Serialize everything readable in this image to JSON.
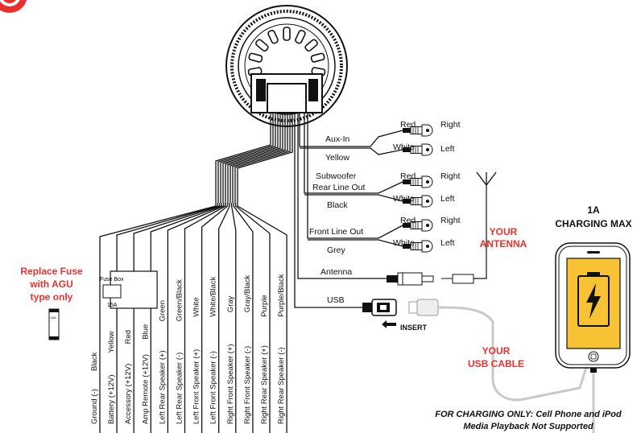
{
  "fuse": {
    "note_line1": "Replace Fuse",
    "note_line2": "with AGU",
    "note_line3": "type only",
    "box_label": "Fuse Box",
    "box_rating": "15A",
    "small_fuse_label": "15A"
  },
  "rca": {
    "aux_in": "Aux-In",
    "aux_in_color": "Yellow",
    "subwoofer_line1": "Subwoofer",
    "subwoofer_line2": "Rear Line Out",
    "subwoofer_color": "Black",
    "front_line_out": "Front Line Out",
    "front_color": "Grey",
    "plug_red": "Red",
    "plug_white": "White",
    "right": "Right",
    "left": "Left"
  },
  "antenna": {
    "label": "Antenna",
    "callout_line1": "YOUR",
    "callout_line2": "ANTENNA"
  },
  "usb": {
    "label": "USB",
    "insert": "INSERT",
    "cable_line1": "YOUR",
    "cable_line2": "USB CABLE",
    "charging_line1": "1A",
    "charging_line2": "CHARGING MAX",
    "note_line1": "FOR CHARGING ONLY: Cell Phone and iPod",
    "note_line2": "Media Playback Not Supported"
  },
  "harness": [
    {
      "name": "Ground (-)",
      "color": "Black"
    },
    {
      "name": "Battery (+12V)",
      "color": "Yellow"
    },
    {
      "name": "Accessory (+12V)",
      "color": "Red"
    },
    {
      "name": "Amp Remote (+12V)",
      "color": "Blue"
    },
    {
      "name": "Left Rear Speaker (+)",
      "color": "Green"
    },
    {
      "name": "Left Rear Speaker (-)",
      "color": "Green/Black"
    },
    {
      "name": "Left Front Speaker (+)",
      "color": "White"
    },
    {
      "name": "Left Front Speaker (-)",
      "color": "White/Black"
    },
    {
      "name": "Right Front Speaker (+)",
      "color": "Gray"
    },
    {
      "name": "Right Front Speaker (-)",
      "color": "Gray/Black"
    },
    {
      "name": "Right Rear Speaker (+)",
      "color": "Purple"
    },
    {
      "name": "Right Rear Speaker (-)",
      "color": "Purple/Black"
    }
  ],
  "colors": {
    "accent_red": "#e8312f",
    "line": "#111111",
    "phone_screen": "#f8c235"
  },
  "icons": [
    "stereo-unit-icon",
    "antenna-icon",
    "usb-plug-icon",
    "phone-icon",
    "battery-charging-icon",
    "fuse-icon",
    "rca-plug-icon"
  ]
}
